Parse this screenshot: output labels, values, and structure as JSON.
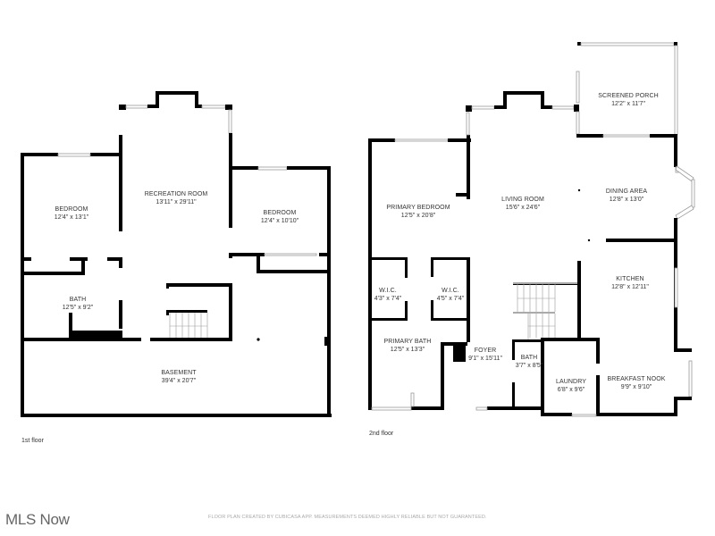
{
  "floors": [
    {
      "caption": "1st floor",
      "rooms": [
        {
          "name": "BEDROOM",
          "dims": "12'4\" x 13'1\""
        },
        {
          "name": "RECREATION ROOM",
          "dims": "13'11\" x 29'11\""
        },
        {
          "name": "BEDROOM",
          "dims": "12'4\" x 10'10\""
        },
        {
          "name": "BATH",
          "dims": "12'5\" x 9'2\""
        },
        {
          "name": "BASEMENT",
          "dims": "39'4\" x 20'7\""
        }
      ]
    },
    {
      "caption": "2nd floor",
      "rooms": [
        {
          "name": "SCREENED PORCH",
          "dims": "12'2\" x 11'7\""
        },
        {
          "name": "PRIMARY BEDROOM",
          "dims": "12'5\" x 20'8\""
        },
        {
          "name": "LIVING ROOM",
          "dims": "15'6\" x 24'6\""
        },
        {
          "name": "DINING AREA",
          "dims": "12'8\" x 13'0\""
        },
        {
          "name": "W.I.C.",
          "dims": "4'3\" x 7'4\""
        },
        {
          "name": "W.I.C.",
          "dims": "4'5\" x 7'4\""
        },
        {
          "name": "KITCHEN",
          "dims": "12'8\" x 12'11\""
        },
        {
          "name": "PRIMARY BATH",
          "dims": "12'5\" x 13'3\""
        },
        {
          "name": "FOYER",
          "dims": "9'1\" x 15'11\""
        },
        {
          "name": "BATH",
          "dims": "3'7\" x 8'5\""
        },
        {
          "name": "LAUNDRY",
          "dims": "6'8\" x 9'6\""
        },
        {
          "name": "BREAKFAST NOOK",
          "dims": "9'9\" x 9'10\""
        }
      ]
    }
  ],
  "footer": {
    "brand": "MLS Now",
    "disclaimer": "FLOOR PLAN CREATED BY CUBICASA APP. MEASUREMENTS DEEMED HIGHLY RELIABLE BUT NOT GUARANTEED."
  }
}
